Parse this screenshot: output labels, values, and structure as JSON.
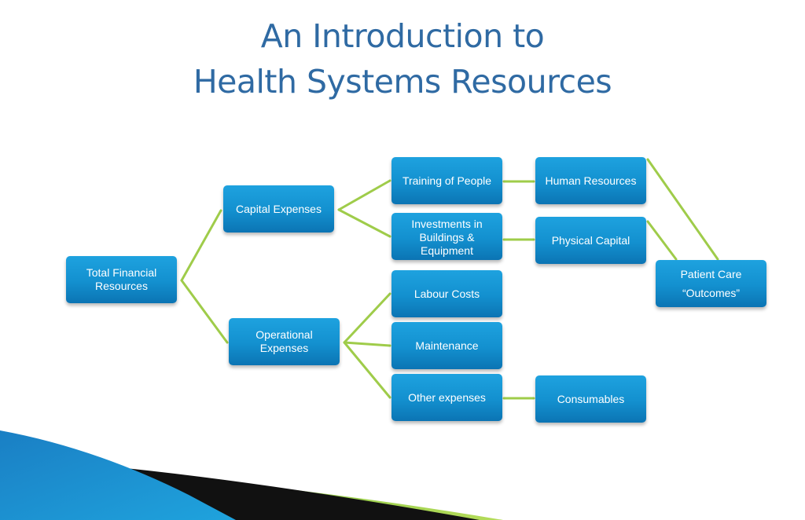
{
  "title": {
    "line1": "An Introduction to",
    "line2": "Health Systems Resources"
  },
  "nodes": {
    "total_financial": [
      "Total Financial",
      "Resources"
    ],
    "capital_expenses": [
      "Capital Expenses"
    ],
    "operational_expenses": [
      "Operational",
      "Expenses"
    ],
    "training_of_people": [
      "Training of People"
    ],
    "investments": [
      "Investments in",
      "Buildings &",
      "Equipment"
    ],
    "labour_costs": [
      "Labour Costs"
    ],
    "maintenance": [
      "Maintenance"
    ],
    "other_expenses": [
      "Other expenses"
    ],
    "human_resources": [
      "Human Resources"
    ],
    "physical_capital": [
      "Physical Capital"
    ],
    "consumables": [
      "Consumables"
    ],
    "patient_care": [
      "Patient Care",
      "“Outcomes”"
    ]
  },
  "colors": {
    "title": "#2f6aa3",
    "node_fill": "#1390cf",
    "connector": "#9fcc4a",
    "wave_blue": "#1a8fd0",
    "wave_green": "#9dd34a",
    "wave_black": "#111111"
  }
}
